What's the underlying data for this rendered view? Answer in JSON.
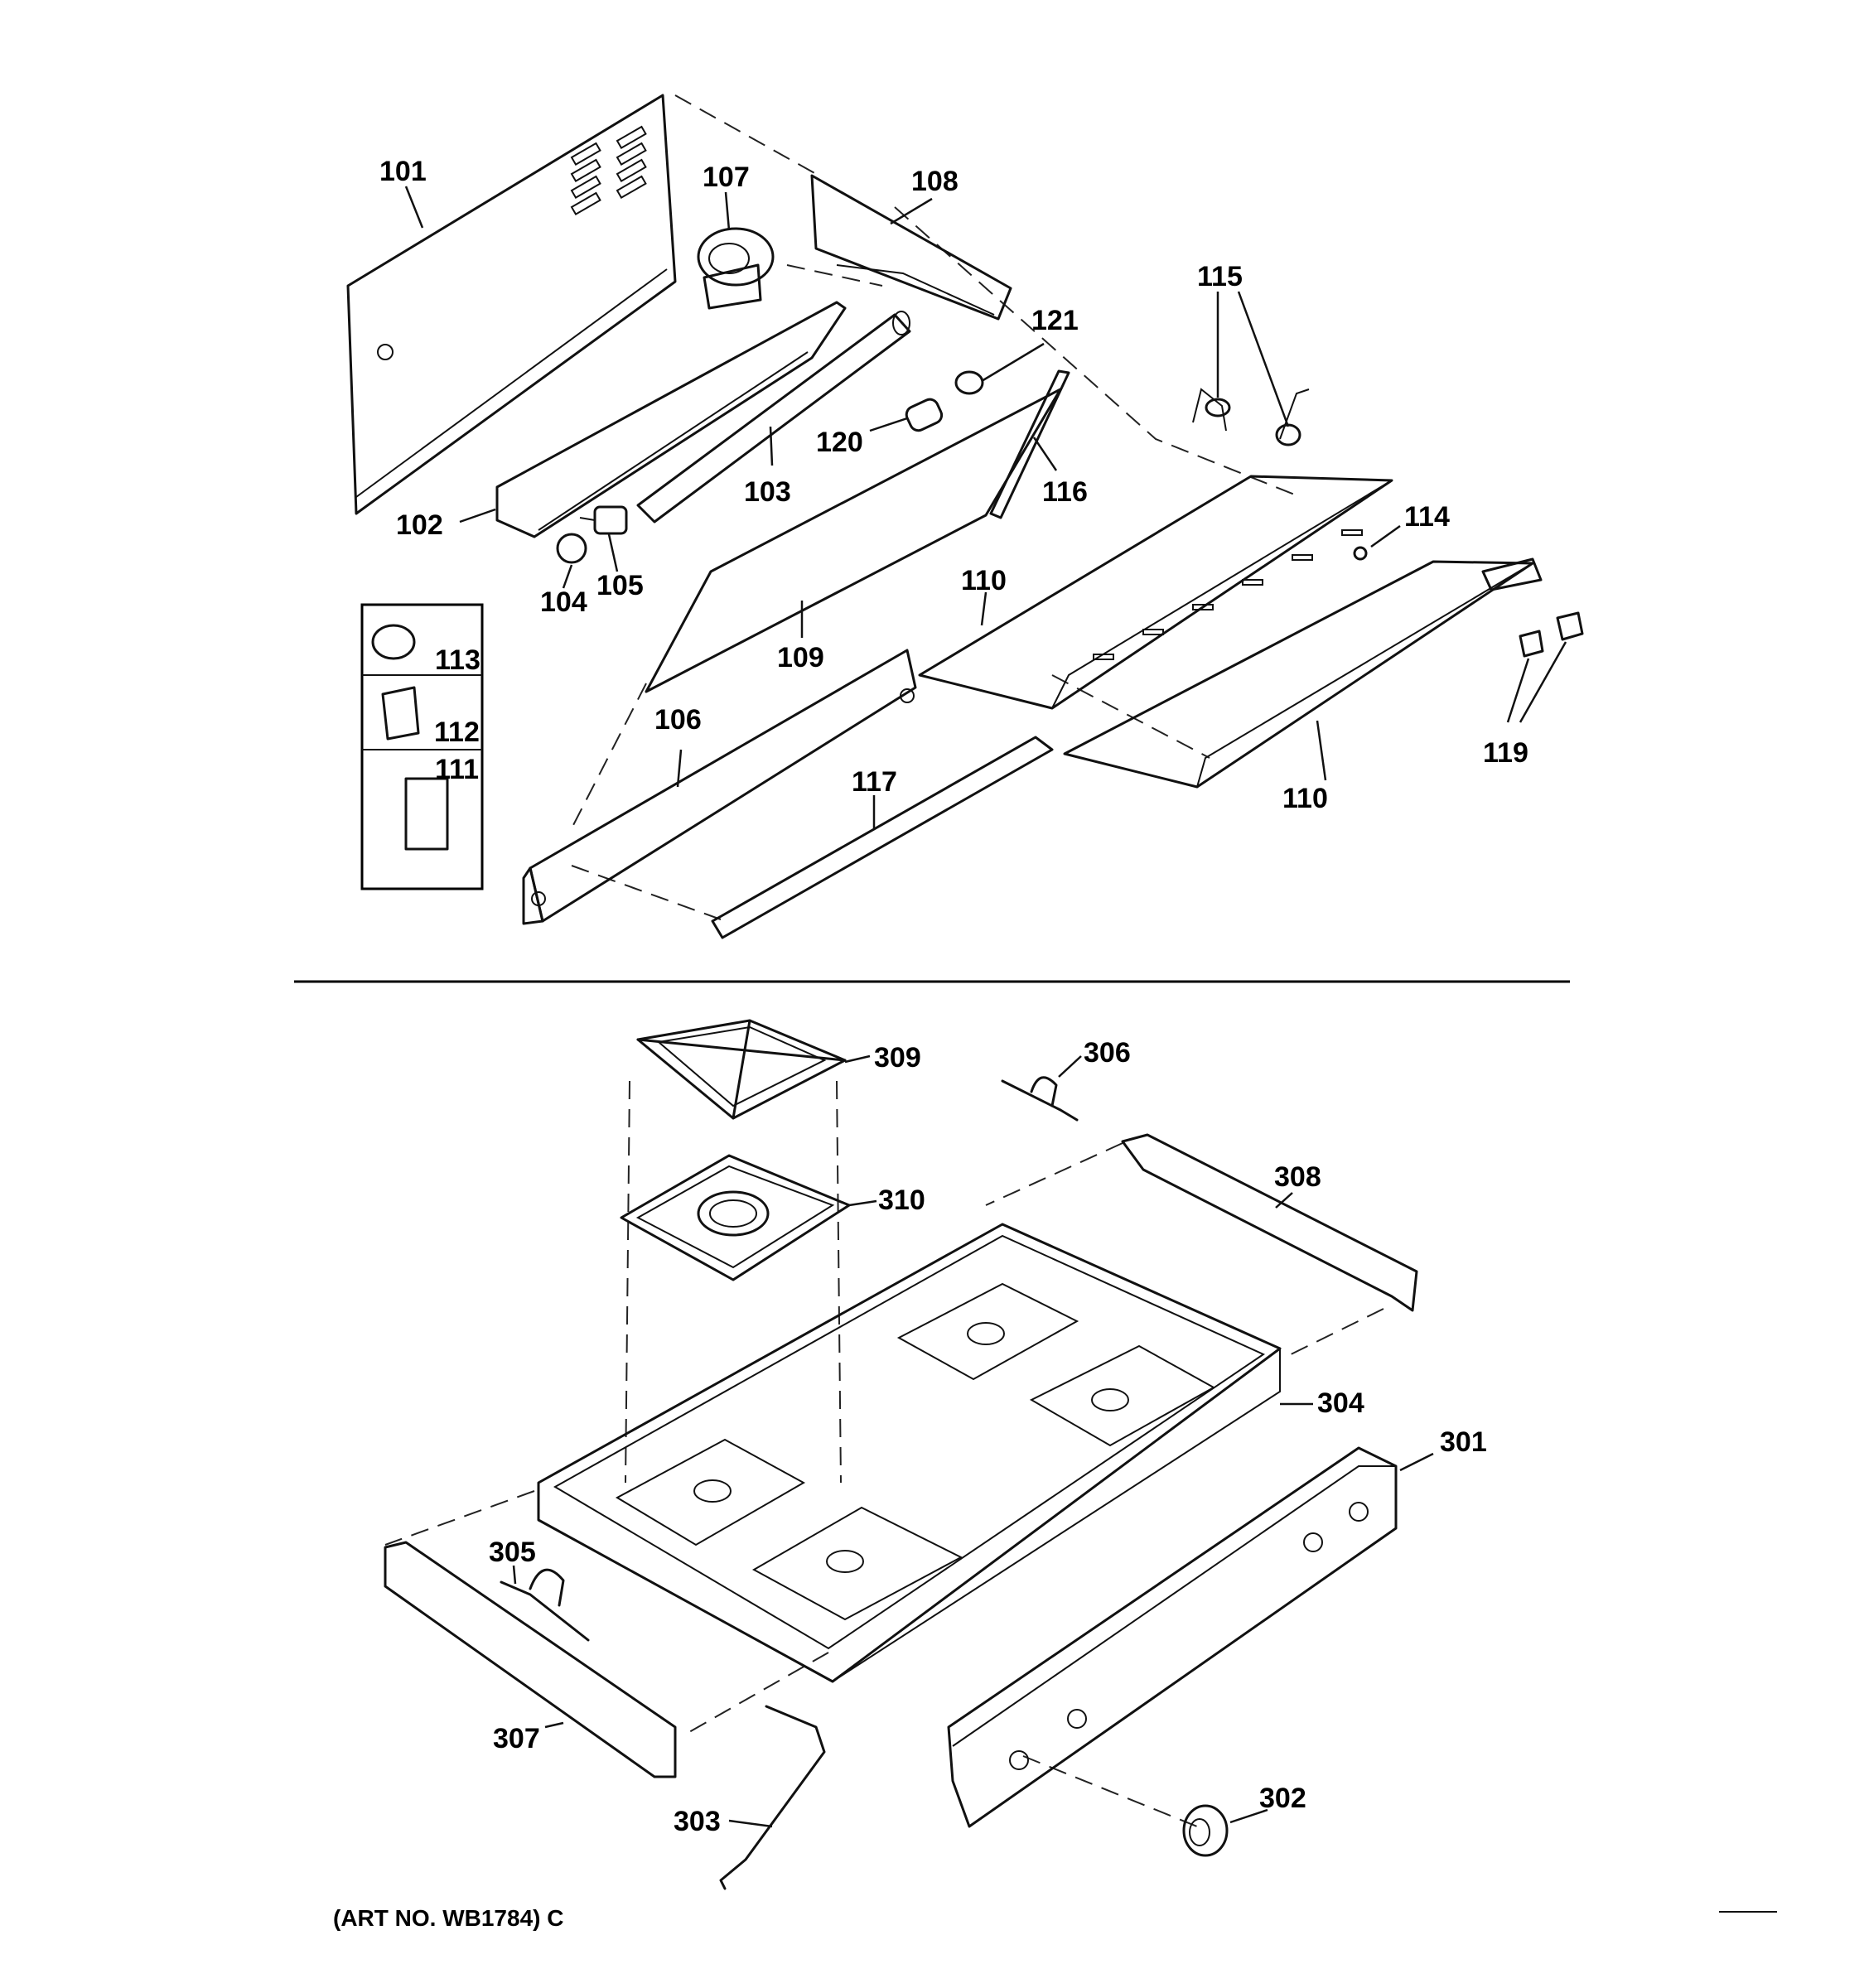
{
  "callouts": {
    "c101": "101",
    "c102": "102",
    "c103": "103",
    "c104": "104",
    "c105": "105",
    "c106": "106",
    "c107": "107",
    "c108": "108",
    "c109": "109",
    "c110a": "110",
    "c110b": "110",
    "c111": "111",
    "c112": "112",
    "c113": "113",
    "c114": "114",
    "c115": "115",
    "c116": "116",
    "c117": "117",
    "c119": "119",
    "c120": "120",
    "c121": "121",
    "c301": "301",
    "c302": "302",
    "c303": "303",
    "c304": "304",
    "c305": "305",
    "c306": "306",
    "c307": "307",
    "c308": "308",
    "c309": "309",
    "c310": "310"
  },
  "caption": "(ART NO. WB1784) C"
}
